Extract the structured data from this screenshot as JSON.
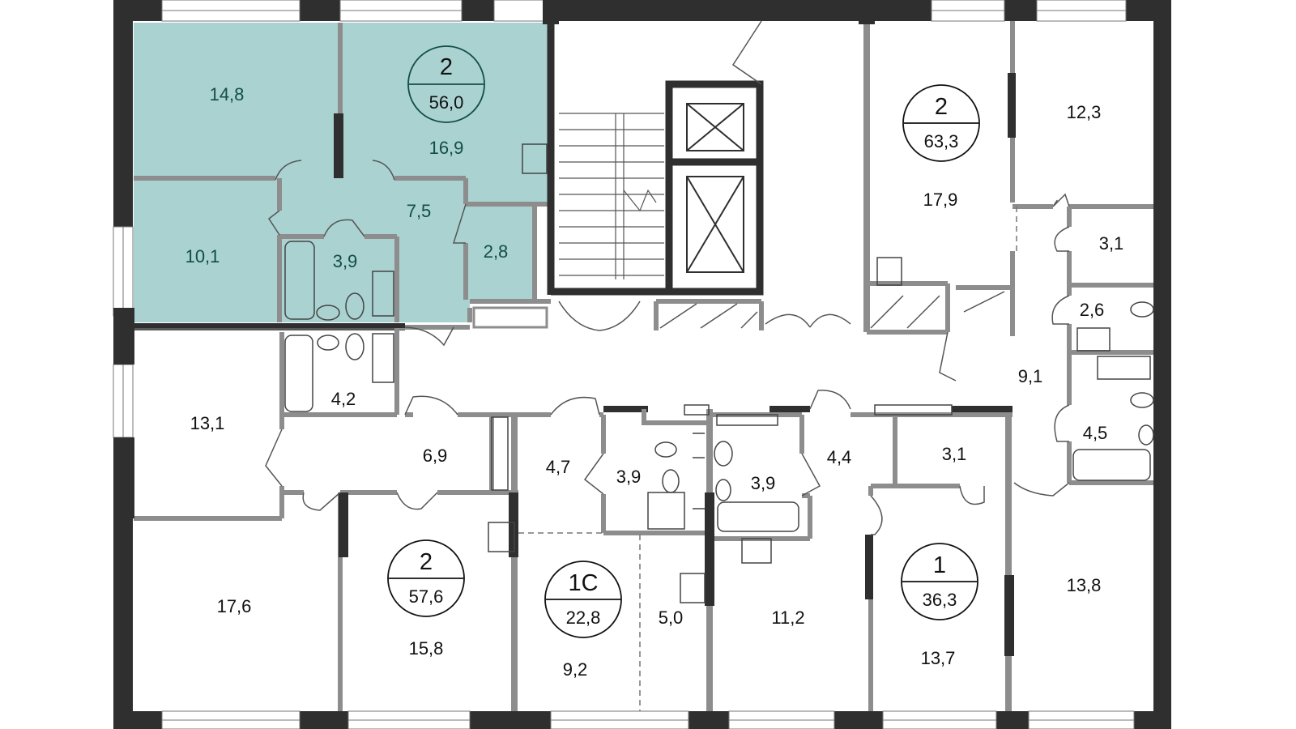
{
  "colors": {
    "highlight_fill": "#a9d2d1",
    "highlight_text": "#134d48",
    "wall": "#2f2f2f",
    "partition": "#8d8d8d",
    "background": "#ffffff"
  },
  "apartments": {
    "highlighted": {
      "rooms": "2",
      "area": "56,0"
    },
    "top_right": {
      "rooms": "2",
      "area": "63,3"
    },
    "bottom_left": {
      "rooms": "2",
      "area": "57,6"
    },
    "studio": {
      "rooms": "1С",
      "area": "22,8"
    },
    "bottom_right": {
      "rooms": "1",
      "area": "36,3"
    }
  },
  "rooms": {
    "hl_room_1": "14,8",
    "hl_room_2": "16,9",
    "hl_room_3": "10,1",
    "hl_hall": "7,5",
    "hl_bath": "3,9",
    "hl_storage": "2,8",
    "tr_room_1": "12,3",
    "tr_room_2": "17,9",
    "tr_room_3": "3,1",
    "tr_room_4": "2,6",
    "tr_hall": "9,1",
    "tr_bath": "4,5",
    "bl_room_1": "13,1",
    "bl_bath": "4,2",
    "bl_hall": "6,9",
    "bl_room_2": "17,6",
    "bl_room_3": "15,8",
    "st_hall": "4,7",
    "st_bath": "3,9",
    "st_kitchen": "5,0",
    "st_room": "9,2",
    "br_bath": "3,9",
    "br_hall": "4,4",
    "br_room_1": "11,2",
    "br_room_2": "13,7",
    "br_room_3": "3,1",
    "br_room_4": "13,8"
  }
}
